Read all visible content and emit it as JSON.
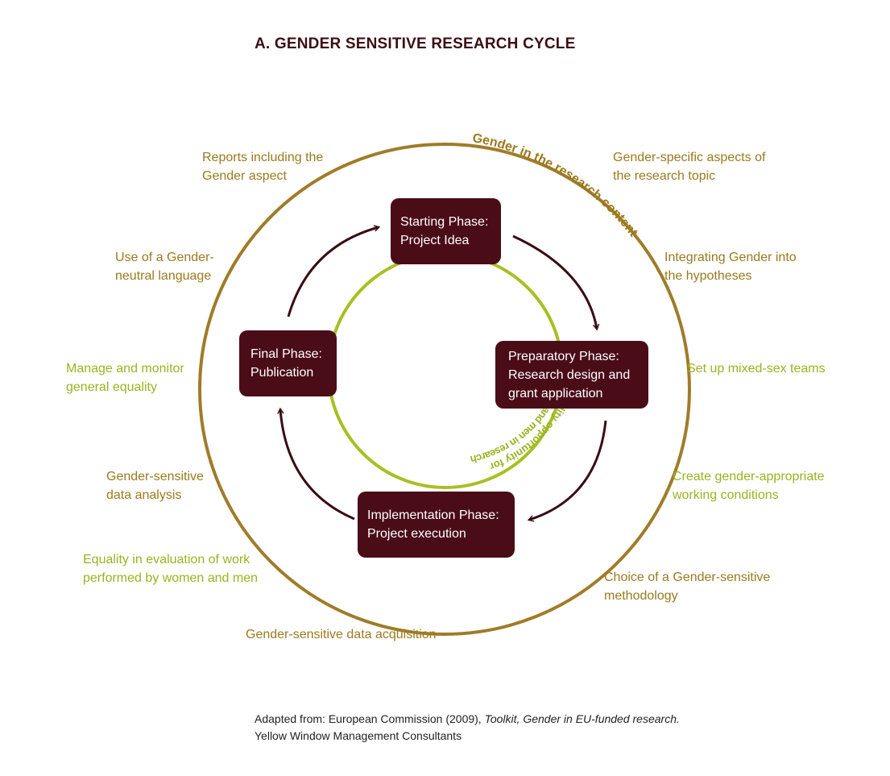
{
  "title": "A. GENDER SENSITIVE RESEARCH CYCLE",
  "colors": {
    "outer_ring": "#a07c28",
    "inner_ring": "#a8bf22",
    "phase_box": "#4a0d18",
    "arrow": "#3a0c12",
    "outer_label": "#9a7a1e",
    "inner_label": "#9ab320"
  },
  "outer_ring_label": "Gender in the research content",
  "inner_ring_label_line1": "Equality opportunity for",
  "inner_ring_label_line2": "women and men in research",
  "phases": {
    "starting": "Starting Phase:\nProject Idea",
    "preparatory": "Preparatory Phase:\nResearch design and\ngrant application",
    "implementation": "Implementation Phase:\nProject execution",
    "final": "Final Phase:\nPublication"
  },
  "labels": {
    "reports": "Reports including the\nGender aspect",
    "specific_aspects": "Gender-specific aspects of\nthe research topic",
    "neutral_language": "Use of a Gender-\nneutral language",
    "hypotheses": "Integrating Gender into\nthe hypotheses",
    "manage_equality": "Manage and monitor\ngeneral equality",
    "mixed_teams": "Set up mixed-sex teams",
    "data_analysis": "Gender-sensitive\ndata analysis",
    "working_conditions": "Create gender-appropriate\nworking conditions",
    "evaluation": "Equality in evaluation of work\nperformed by women and men",
    "methodology": "Choice of a Gender-sensitive\nmethodology",
    "data_acquisition": "Gender-sensitive data acquisition"
  },
  "caption": {
    "prefix": "Adapted from: European Commission (2009), ",
    "italic": "Toolkit, Gender in EU-funded research.",
    "line2": "Yellow Window Management Consultants"
  }
}
